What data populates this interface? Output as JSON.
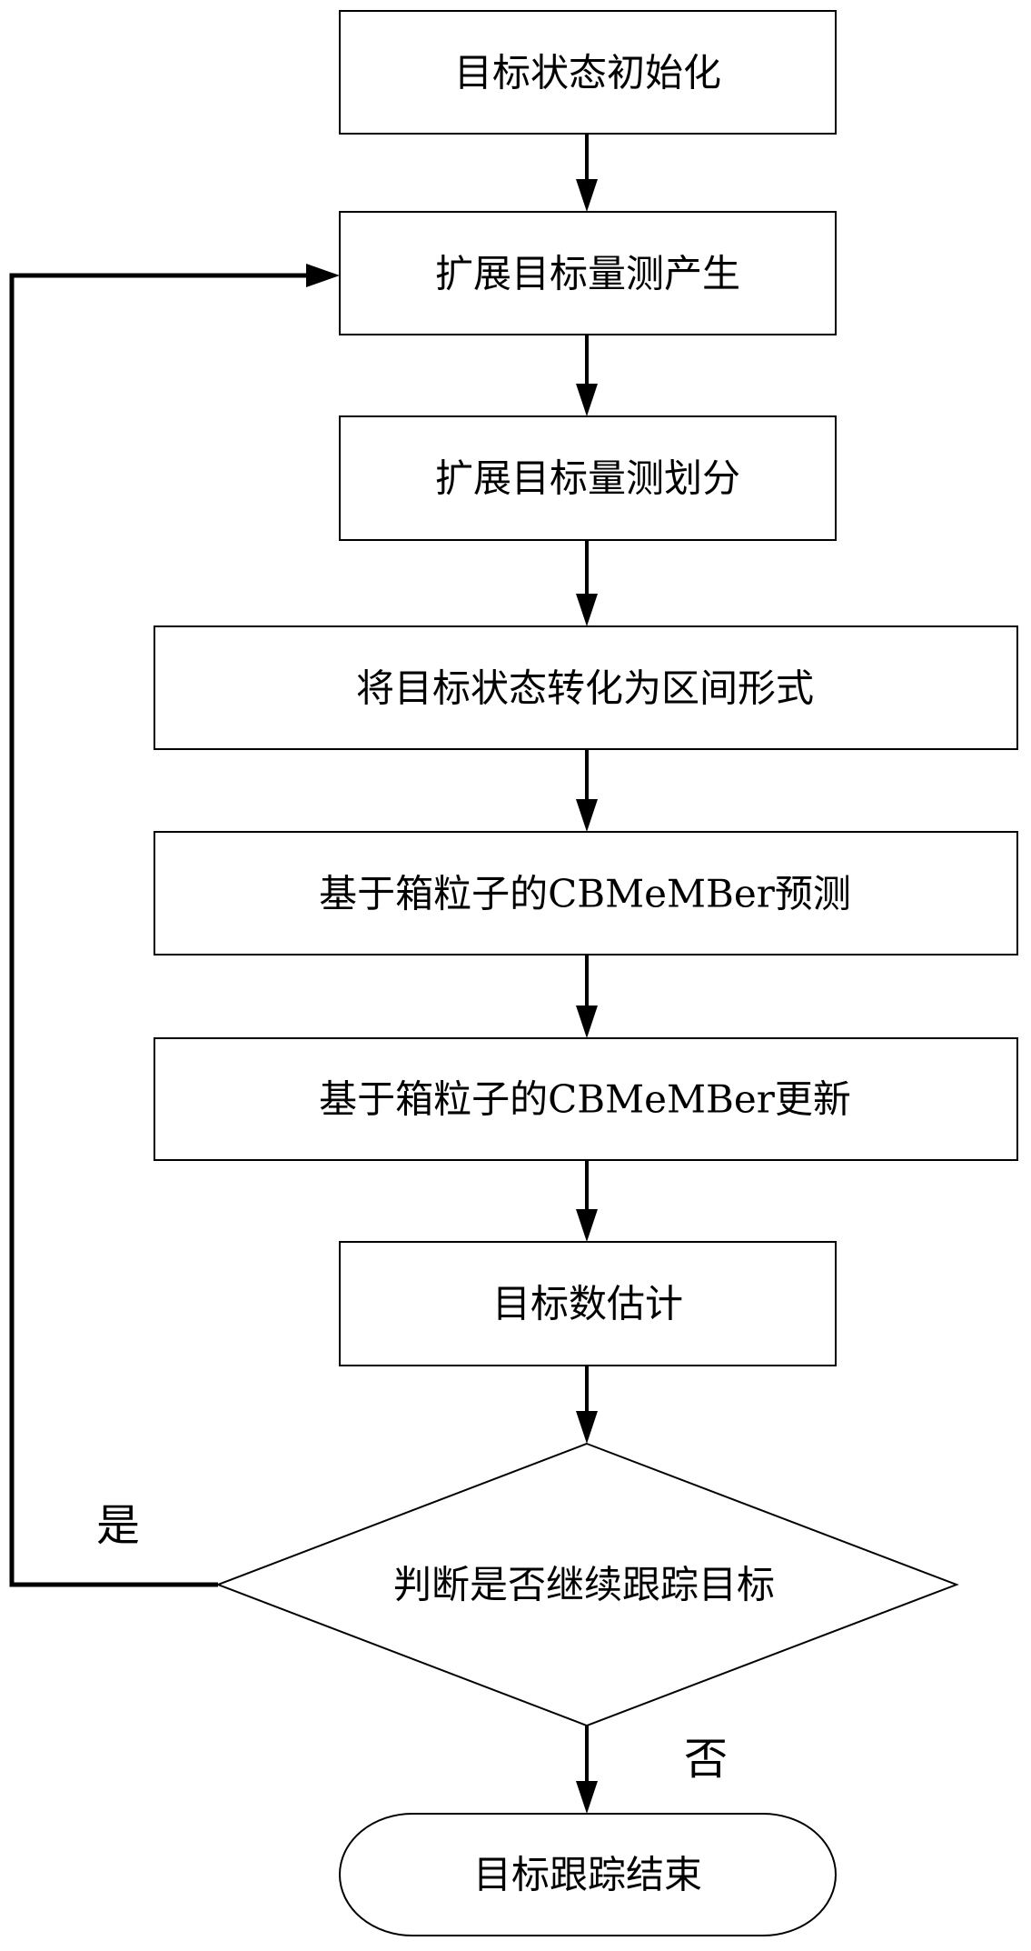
{
  "diagram": {
    "type": "flowchart",
    "nodes": [
      {
        "id": "n1",
        "kind": "process",
        "label": "目标状态初始化"
      },
      {
        "id": "n2",
        "kind": "process",
        "label": "扩展目标量测产生"
      },
      {
        "id": "n3",
        "kind": "process",
        "label": "扩展目标量测划分"
      },
      {
        "id": "n4",
        "kind": "process",
        "label": "将目标状态转化为区间形式"
      },
      {
        "id": "n5",
        "kind": "process",
        "label": "基于箱粒子的CBMeMBer预测"
      },
      {
        "id": "n6",
        "kind": "process",
        "label": "基于箱粒子的CBMeMBer更新"
      },
      {
        "id": "n7",
        "kind": "process",
        "label": "目标数估计"
      },
      {
        "id": "n8",
        "kind": "decision",
        "label": "判断是否继续跟踪目标"
      },
      {
        "id": "n9",
        "kind": "terminator",
        "label": "目标跟踪结束"
      }
    ],
    "edges": [
      {
        "from": "n1",
        "to": "n2",
        "label": ""
      },
      {
        "from": "n2",
        "to": "n3",
        "label": ""
      },
      {
        "from": "n3",
        "to": "n4",
        "label": ""
      },
      {
        "from": "n4",
        "to": "n5",
        "label": ""
      },
      {
        "from": "n5",
        "to": "n6",
        "label": ""
      },
      {
        "from": "n6",
        "to": "n7",
        "label": ""
      },
      {
        "from": "n7",
        "to": "n8",
        "label": ""
      },
      {
        "from": "n8",
        "to": "n2",
        "label": "是"
      },
      {
        "from": "n8",
        "to": "n9",
        "label": "否"
      }
    ],
    "branch_labels": {
      "yes": "是",
      "no": "否"
    },
    "colors": {
      "stroke": "#000000",
      "background": "#ffffff"
    }
  }
}
